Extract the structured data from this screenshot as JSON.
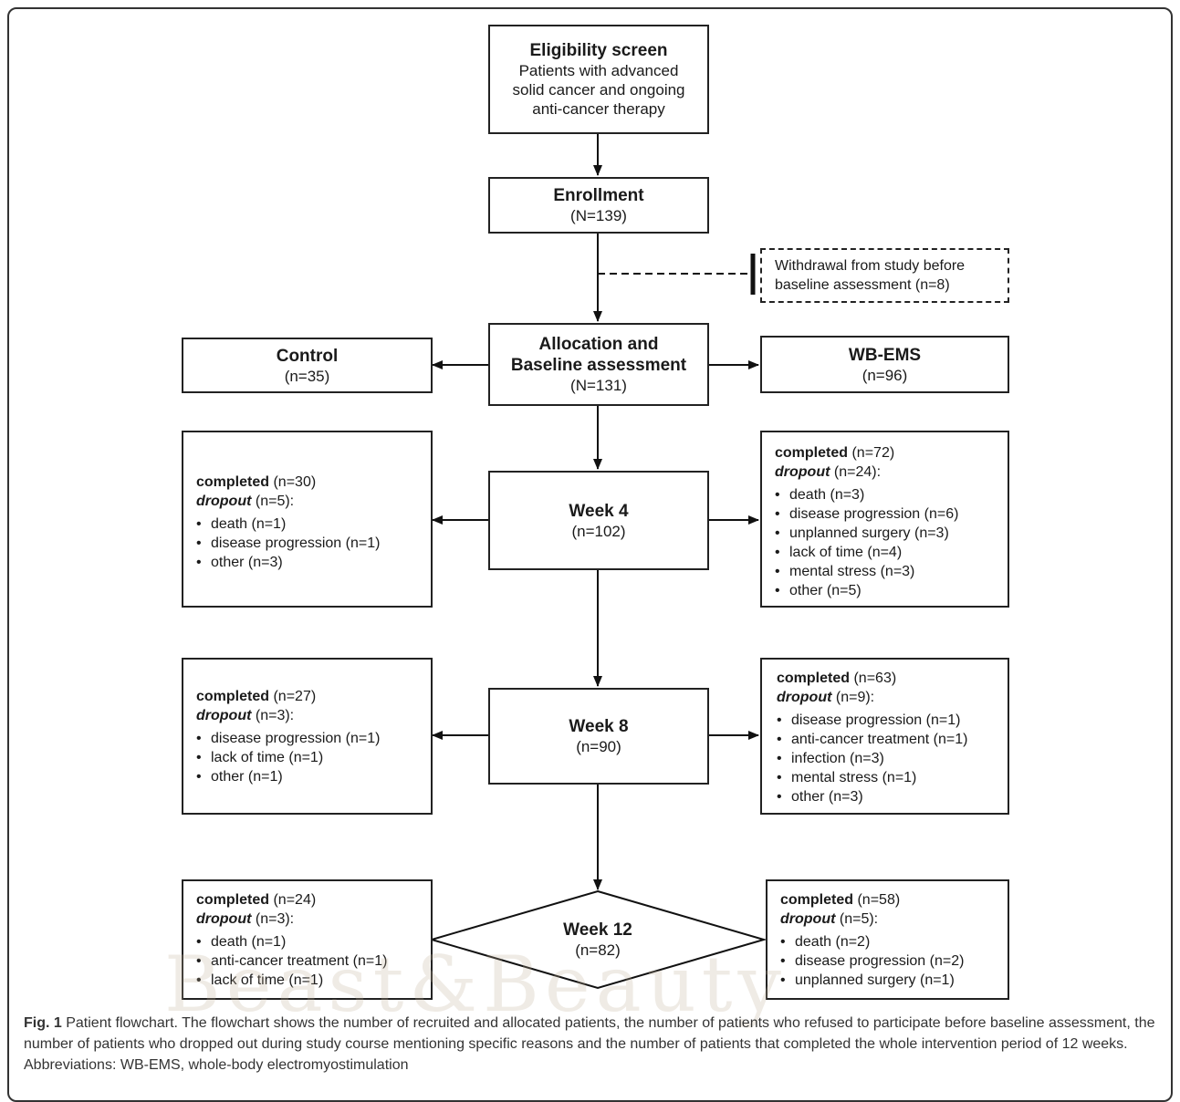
{
  "eligibility": {
    "title": "Eligibility screen",
    "lines": [
      "Patients with advanced",
      "solid cancer and ongoing",
      "anti-cancer therapy"
    ]
  },
  "enrollment": {
    "title": "Enrollment",
    "count": "(N=139)"
  },
  "withdrawal": {
    "line1": "Withdrawal from study before",
    "line2": "baseline assessment (n=8)"
  },
  "allocation": {
    "line1": "Allocation and",
    "line2": "Baseline assessment",
    "count": "(N=131)"
  },
  "control": {
    "title": "Control",
    "count": "(n=35)"
  },
  "wbems": {
    "title": "WB-EMS",
    "count": "(n=96)"
  },
  "week4": {
    "title": "Week 4",
    "count": "(n=102)",
    "left": {
      "completed": "completed",
      "completed_n": "(n=30)",
      "dropout": "dropout",
      "dropout_n": "(n=5):",
      "items": [
        "death (n=1)",
        "disease progression (n=1)",
        "other (n=3)"
      ]
    },
    "right": {
      "completed": "completed",
      "completed_n": "(n=72)",
      "dropout": "dropout",
      "dropout_n": "(n=24):",
      "items": [
        "death (n=3)",
        "disease progression (n=6)",
        "unplanned surgery (n=3)",
        "lack of time (n=4)",
        "mental stress (n=3)",
        "other (n=5)"
      ]
    }
  },
  "week8": {
    "title": "Week 8",
    "count": "(n=90)",
    "left": {
      "completed": "completed",
      "completed_n": "(n=27)",
      "dropout": "dropout",
      "dropout_n": "(n=3):",
      "items": [
        "disease progression (n=1)",
        "lack of time (n=1)",
        "other (n=1)"
      ]
    },
    "right": {
      "completed": "completed",
      "completed_n": "(n=63)",
      "dropout": "dropout",
      "dropout_n": "(n=9):",
      "items": [
        "disease progression (n=1)",
        "anti-cancer treatment (n=1)",
        "infection (n=3)",
        "mental stress (n=1)",
        "other (n=3)"
      ]
    }
  },
  "week12": {
    "title": "Week 12",
    "count": "(n=82)",
    "left": {
      "completed": "completed",
      "completed_n": "(n=24)",
      "dropout": "dropout",
      "dropout_n": "(n=3):",
      "items": [
        "death (n=1)",
        "anti-cancer treatment (n=1)",
        "lack of time (n=1)"
      ]
    },
    "right": {
      "completed": "completed",
      "completed_n": "(n=58)",
      "dropout": "dropout",
      "dropout_n": "(n=5):",
      "items": [
        "death (n=2)",
        "disease progression (n=2)",
        "unplanned surgery (n=1)"
      ]
    }
  },
  "caption": {
    "label": "Fig. 1",
    "text": "Patient flowchart. The flowchart shows the number of recruited and allocated patients, the number of patients who refused to participate before baseline assessment, the number of patients who dropped out during study course mentioning specific reasons and the number of patients that completed the whole intervention period of 12 weeks. Abbreviations: WB-EMS, whole-body electromyostimulation"
  },
  "watermark": "Beast&Beauty"
}
